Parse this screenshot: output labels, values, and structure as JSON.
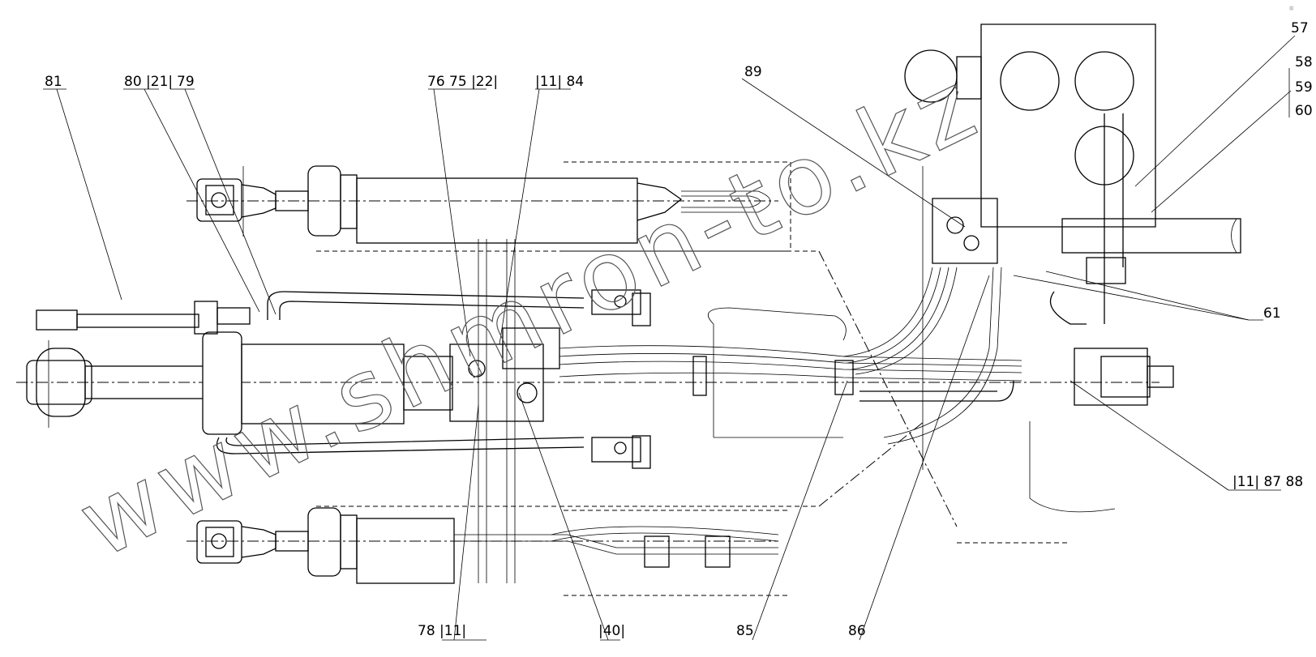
{
  "callouts": [
    {
      "id": "c81",
      "text": "81"
    },
    {
      "id": "c80",
      "text": "80 |21|"
    },
    {
      "id": "c79",
      "text": "79"
    },
    {
      "id": "c76",
      "text": "76 75 |22|"
    },
    {
      "id": "c11_84",
      "text": "|11| 84"
    },
    {
      "id": "c89",
      "text": "89"
    },
    {
      "id": "c57",
      "text": "57"
    },
    {
      "id": "c58",
      "text": "58"
    },
    {
      "id": "c59",
      "text": "59"
    },
    {
      "id": "c60",
      "text": "60"
    },
    {
      "id": "c61",
      "text": "61"
    },
    {
      "id": "c11_87_88",
      "text": "|11| 87 88"
    },
    {
      "id": "c78",
      "text": "78 |11|"
    },
    {
      "id": "c40",
      "text": "|40|"
    },
    {
      "id": "c85",
      "text": "85"
    },
    {
      "id": "c86",
      "text": "86"
    }
  ],
  "watermark": "www.shmron-to.kz",
  "corner_mark": "≡"
}
